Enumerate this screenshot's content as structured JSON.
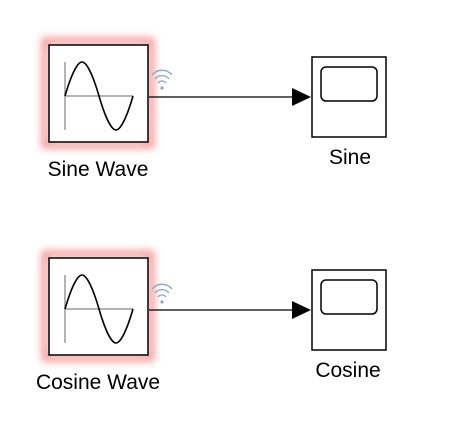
{
  "blocks": {
    "sine_source": {
      "label": "Sine Wave",
      "type": "sine-wave-source",
      "selected": true
    },
    "sine_scope": {
      "label": "Sine",
      "type": "scope"
    },
    "cosine_source": {
      "label": "Cosine Wave",
      "type": "sine-wave-source",
      "selected": true
    },
    "cosine_scope": {
      "label": "Cosine",
      "type": "scope"
    }
  },
  "signals": [
    {
      "from": "Sine Wave",
      "to": "Sine",
      "icon": "wireless-signal-icon"
    },
    {
      "from": "Cosine Wave",
      "to": "Cosine",
      "icon": "wireless-signal-icon"
    }
  ],
  "colors": {
    "selection_glow": "#e8464a",
    "block_border": "#000000",
    "axis": "#9a9a9a",
    "signal_icon": "#8aa6c8",
    "line": "#000000"
  }
}
